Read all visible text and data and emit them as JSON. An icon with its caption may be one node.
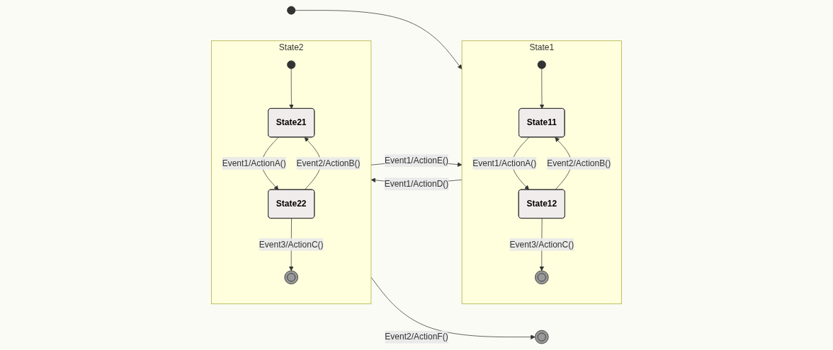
{
  "diagram": {
    "nodes": [
      {
        "text": [],
        "shape": "circle"
      },
      {
        "text": [
          "State1"
        ]
      },
      {
        "text": [],
        "shape": "circle",
        "in": 1
      },
      {
        "text": [
          "State11"
        ],
        "in": 1
      },
      {
        "text": [
          "State12"
        ],
        "in": 1
      },
      {
        "text": [],
        "shape": "bullseye",
        "in": 1
      },
      {
        "text": [
          "State2"
        ]
      },
      {
        "text": [],
        "shape": "circle",
        "in": 6
      },
      {
        "text": [
          "State21"
        ],
        "in": 6
      },
      {
        "text": [
          "State22"
        ],
        "in": 6
      },
      {
        "text": [],
        "shape": "bullseye",
        "in": 6
      },
      {
        "text": [],
        "shape": "bullseye"
      }
    ],
    "edges": [
      {
        "from": 0,
        "to": 1,
        "arrow": "to"
      },
      {
        "from": 2,
        "to": 3,
        "arrow": "to"
      },
      {
        "from": 3,
        "to": 4,
        "arrow": "to",
        "label": "Event1/ActionA()"
      },
      {
        "from": 4,
        "to": 3,
        "arrow": "to",
        "label": "Event2/ActionB()"
      },
      {
        "from": 4,
        "to": 5,
        "arrow": "to",
        "label": "Event3/ActionC()"
      },
      {
        "from": 1,
        "to": 6,
        "arrow": "to",
        "label": "Event1/ActionD()"
      },
      {
        "from": 6,
        "to": 1,
        "arrow": "to",
        "label": "Event1/ActionE()"
      },
      {
        "from": 7,
        "to": 8,
        "arrow": "to"
      },
      {
        "from": 8,
        "to": 9,
        "arrow": "to",
        "label": "Event1/ActionA()"
      },
      {
        "from": 9,
        "to": 8,
        "arrow": "to",
        "label": "Event2/ActionB()"
      },
      {
        "from": 9,
        "to": 10,
        "arrow": "to",
        "label": "Event3/ActionC()"
      },
      {
        "from": 6,
        "to": 11,
        "arrow": "to",
        "label": "Event2/ActionF()"
      }
    ]
  }
}
